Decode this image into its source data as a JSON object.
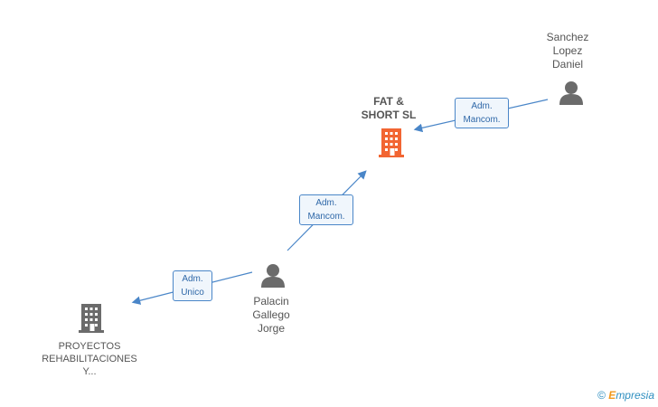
{
  "nodes": {
    "fat_short": {
      "line1": "FAT &",
      "line2": "SHORT SL"
    },
    "sanchez": {
      "line1": "Sanchez",
      "line2": "Lopez",
      "line3": "Daniel"
    },
    "palacin": {
      "line1": "Palacin",
      "line2": "Gallego",
      "line3": "Jorge"
    },
    "proyectos": {
      "line1": "PROYECTOS",
      "line2": "REHABILITACIONES",
      "line3": "Y..."
    }
  },
  "relations": {
    "sanchez_to_fat": {
      "line1": "Adm.",
      "line2": "Mancom."
    },
    "palacin_to_fat": {
      "line1": "Adm.",
      "line2": "Mancom."
    },
    "palacin_to_proyectos": {
      "line1": "Adm.",
      "line2": "Unico"
    }
  },
  "footer": {
    "copyright": "©",
    "brand_initial": "E",
    "brand_rest": "mpresia"
  },
  "colors": {
    "main_company": "#f26532",
    "company": "#6b6b6b",
    "person": "#6b6b6b",
    "edge": "#4a86c8"
  }
}
